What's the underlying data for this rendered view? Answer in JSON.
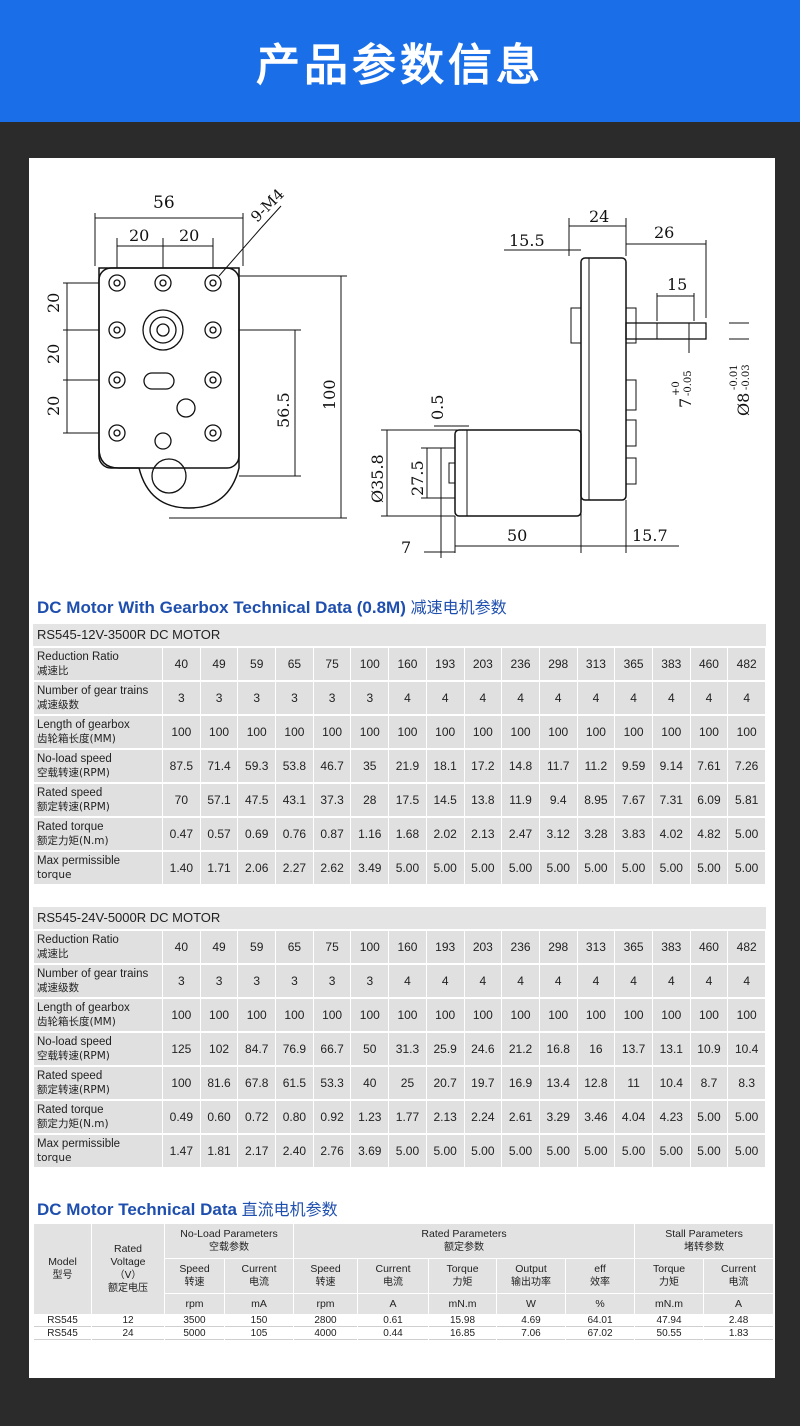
{
  "header": {
    "title": "产品参数信息"
  },
  "drawing": {
    "front": {
      "w56": "56",
      "w20a": "20",
      "w20b": "20",
      "m4": "9-M4",
      "h20a": "20",
      "h20b": "20",
      "h20c": "20",
      "h565": "56.5",
      "h100": "100"
    },
    "side": {
      "d24": "24",
      "d155": "15.5",
      "d26": "26",
      "d15": "15",
      "d05": "0.5",
      "d7tol": "7",
      "d7tol_sup": "+0",
      "d7tol_sub": "-0.05",
      "d8": "Ø8",
      "d8_sup": "-0.01",
      "d8_sub": "-0.03",
      "d358": "Ø35.8",
      "d275": "27.5",
      "d50": "50",
      "d157": "15.7",
      "d7": "7"
    }
  },
  "gearbox": {
    "title_en": "DC Motor With Gearbox Technical Data (0.8M)",
    "title_cn": "减速电机参数",
    "tables": [
      {
        "name": "RS545-12V-3500R DC MOTOR",
        "rows": [
          {
            "en": "Reduction Ratio",
            "cn": "减速比",
            "values": [
              "40",
              "49",
              "59",
              "65",
              "75",
              "100",
              "160",
              "193",
              "203",
              "236",
              "298",
              "313",
              "365",
              "383",
              "460",
              "482"
            ]
          },
          {
            "en": "Number of gear trains",
            "cn": "减速级数",
            "values": [
              "3",
              "3",
              "3",
              "3",
              "3",
              "3",
              "4",
              "4",
              "4",
              "4",
              "4",
              "4",
              "4",
              "4",
              "4",
              "4"
            ]
          },
          {
            "en": "Length of gearbox",
            "cn": "齿轮箱长度(MM)",
            "values": [
              "100",
              "100",
              "100",
              "100",
              "100",
              "100",
              "100",
              "100",
              "100",
              "100",
              "100",
              "100",
              "100",
              "100",
              "100",
              "100"
            ]
          },
          {
            "en": "No-load speed",
            "cn": "空载转速(RPM)",
            "values": [
              "87.5",
              "71.4",
              "59.3",
              "53.8",
              "46.7",
              "35",
              "21.9",
              "18.1",
              "17.2",
              "14.8",
              "11.7",
              "11.2",
              "9.59",
              "9.14",
              "7.61",
              "7.26"
            ]
          },
          {
            "en": "Rated speed",
            "cn": "额定转速(RPM)",
            "values": [
              "70",
              "57.1",
              "47.5",
              "43.1",
              "37.3",
              "28",
              "17.5",
              "14.5",
              "13.8",
              "11.9",
              "9.4",
              "8.95",
              "7.67",
              "7.31",
              "6.09",
              "5.81"
            ]
          },
          {
            "en": "Rated torque",
            "cn": "额定力矩(N.m)",
            "values": [
              "0.47",
              "0.57",
              "0.69",
              "0.76",
              "0.87",
              "1.16",
              "1.68",
              "2.02",
              "2.13",
              "2.47",
              "3.12",
              "3.28",
              "3.83",
              "4.02",
              "4.82",
              "5.00"
            ]
          },
          {
            "en": "Max permissible",
            "cn": "torque",
            "values": [
              "1.40",
              "1.71",
              "2.06",
              "2.27",
              "2.62",
              "3.49",
              "5.00",
              "5.00",
              "5.00",
              "5.00",
              "5.00",
              "5.00",
              "5.00",
              "5.00",
              "5.00",
              "5.00"
            ]
          }
        ]
      },
      {
        "name": "RS545-24V-5000R DC MOTOR",
        "rows": [
          {
            "en": "Reduction Ratio",
            "cn": "减速比",
            "values": [
              "40",
              "49",
              "59",
              "65",
              "75",
              "100",
              "160",
              "193",
              "203",
              "236",
              "298",
              "313",
              "365",
              "383",
              "460",
              "482"
            ]
          },
          {
            "en": "Number of gear trains",
            "cn": "减速级数",
            "values": [
              "3",
              "3",
              "3",
              "3",
              "3",
              "3",
              "4",
              "4",
              "4",
              "4",
              "4",
              "4",
              "4",
              "4",
              "4",
              "4"
            ]
          },
          {
            "en": "Length of gearbox",
            "cn": "齿轮箱长度(MM)",
            "values": [
              "100",
              "100",
              "100",
              "100",
              "100",
              "100",
              "100",
              "100",
              "100",
              "100",
              "100",
              "100",
              "100",
              "100",
              "100",
              "100"
            ]
          },
          {
            "en": "No-load speed",
            "cn": "空载转速(RPM)",
            "values": [
              "125",
              "102",
              "84.7",
              "76.9",
              "66.7",
              "50",
              "31.3",
              "25.9",
              "24.6",
              "21.2",
              "16.8",
              "16",
              "13.7",
              "13.1",
              "10.9",
              "10.4"
            ]
          },
          {
            "en": "Rated speed",
            "cn": "额定转速(RPM)",
            "values": [
              "100",
              "81.6",
              "67.8",
              "61.5",
              "53.3",
              "40",
              "25",
              "20.7",
              "19.7",
              "16.9",
              "13.4",
              "12.8",
              "11",
              "10.4",
              "8.7",
              "8.3"
            ]
          },
          {
            "en": "Rated torque",
            "cn": "额定力矩(N.m)",
            "values": [
              "0.49",
              "0.60",
              "0.72",
              "0.80",
              "0.92",
              "1.23",
              "1.77",
              "2.13",
              "2.24",
              "2.61",
              "3.29",
              "3.46",
              "4.04",
              "4.23",
              "5.00",
              "5.00"
            ]
          },
          {
            "en": "Max permissible",
            "cn": "torque",
            "values": [
              "1.47",
              "1.81",
              "2.17",
              "2.40",
              "2.76",
              "3.69",
              "5.00",
              "5.00",
              "5.00",
              "5.00",
              "5.00",
              "5.00",
              "5.00",
              "5.00",
              "5.00",
              "5.00"
            ]
          }
        ]
      }
    ]
  },
  "motor": {
    "title_en": "DC Motor Technical Data",
    "title_cn": "直流电机参数",
    "groups": {
      "noload": {
        "en": "No-Load Parameters",
        "cn": "空载参数"
      },
      "rated": {
        "en": "Rated Parameters",
        "cn": "额定参数"
      },
      "stall": {
        "en": "Stall Parameters",
        "cn": "堵转参数"
      }
    },
    "model": {
      "en": "Model",
      "cn": "型号"
    },
    "voltage": {
      "en": "Rated",
      "en2": "Voltage",
      "unit": "（V）",
      "cn": "额定电压"
    },
    "cols": [
      {
        "en": "Speed",
        "cn": "转速",
        "unit": "rpm"
      },
      {
        "en": "Current",
        "cn": "电流",
        "unit": "mA"
      },
      {
        "en": "Speed",
        "cn": "转速",
        "unit": "rpm"
      },
      {
        "en": "Current",
        "cn": "电流",
        "unit": "A"
      },
      {
        "en": "Torque",
        "cn": "力矩",
        "unit": "mN.m"
      },
      {
        "en": "Output",
        "cn": "输出功率",
        "unit": "W"
      },
      {
        "en": "eff",
        "cn": "效率",
        "unit": "%"
      },
      {
        "en": "Torque",
        "cn": "力矩",
        "unit": "mN.m"
      },
      {
        "en": "Current",
        "cn": "电流",
        "unit": "A"
      }
    ],
    "rows": [
      [
        "RS545",
        "12",
        "3500",
        "150",
        "2800",
        "0.61",
        "15.98",
        "4.69",
        "64.01",
        "47.94",
        "2.48"
      ],
      [
        "RS545",
        "24",
        "5000",
        "105",
        "4000",
        "0.44",
        "16.85",
        "7.06",
        "67.02",
        "50.55",
        "1.83"
      ]
    ]
  }
}
